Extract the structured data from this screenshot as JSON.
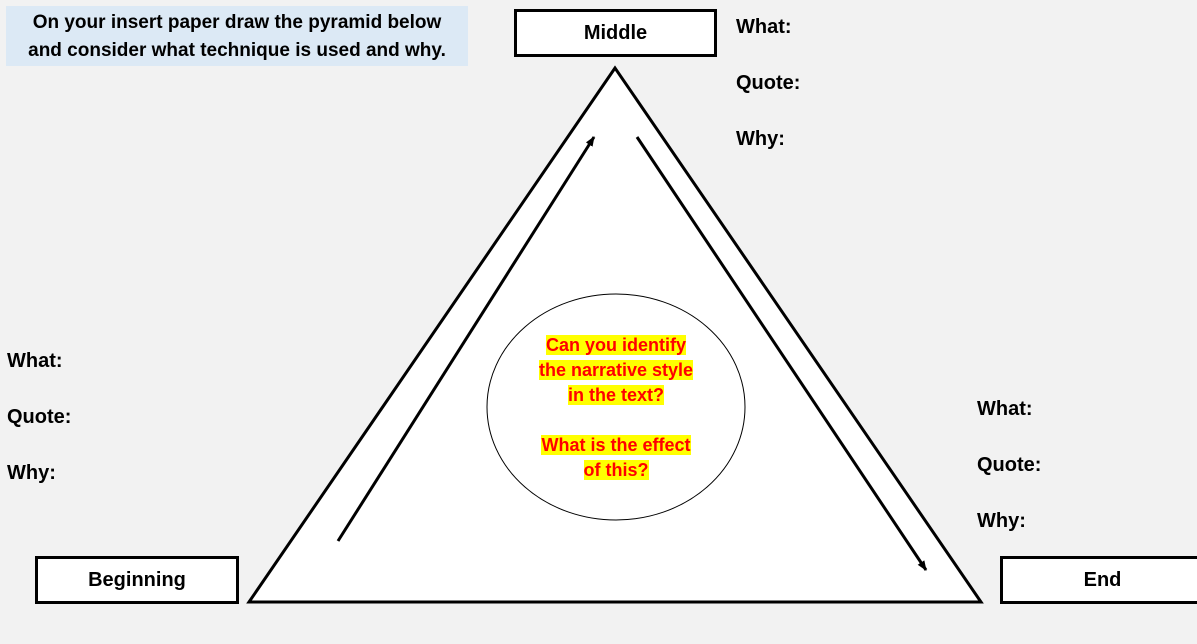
{
  "instruction": {
    "line1": "On your insert paper draw the pyramid below",
    "line2": "and consider what technique is used and why."
  },
  "labels": {
    "middle": "Middle",
    "beginning": "Beginning",
    "end": "End"
  },
  "prompts": {
    "what": "What:",
    "quote": "Quote:",
    "why": "Why:"
  },
  "center": {
    "q1_lines": [
      "Can you identify",
      "the narrative style",
      "in the text?"
    ],
    "q2_lines": [
      "What is the effect",
      "of this?"
    ]
  },
  "colors": {
    "background": "#f2f2f2",
    "instruction_bg": "#dce9f5",
    "question_text": "#ff0000",
    "highlight": "#ffff00"
  }
}
